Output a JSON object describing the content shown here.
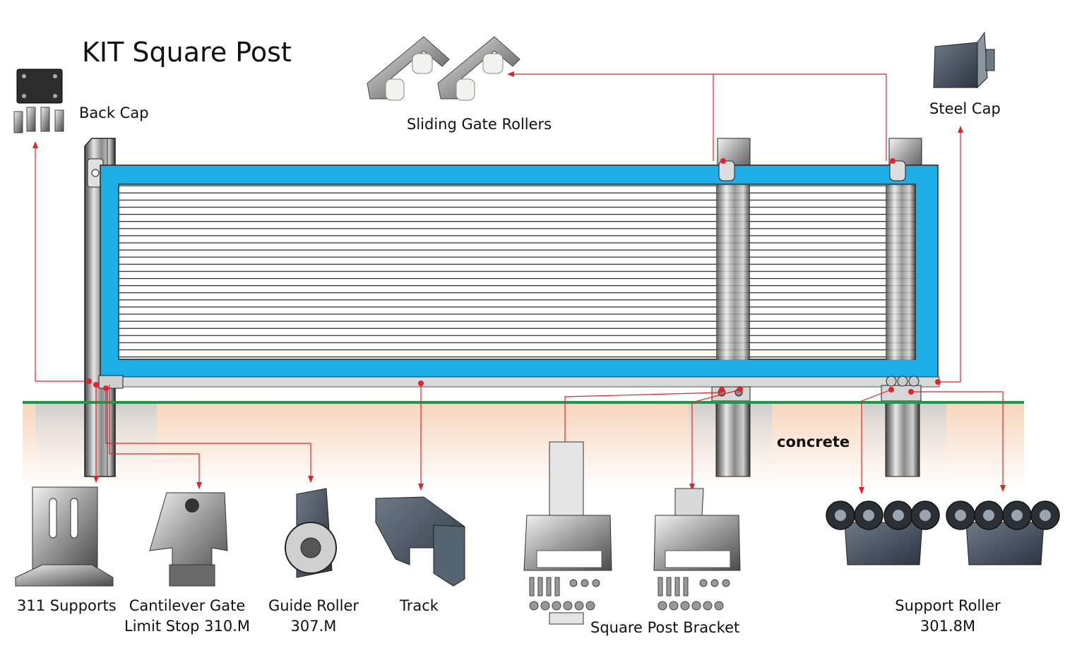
{
  "title": "KIT Square Post",
  "ground_label": "concrete",
  "colors": {
    "gate_frame": "#1eaee6",
    "ground_line": "#1a9a4a",
    "callout_line": "#e0242b",
    "concrete_fill": "#f9dcc6"
  },
  "components": {
    "back_cap": "Back Cap",
    "sliding_gate_rollers": "Sliding Gate Rollers",
    "steel_cap": "Steel Cap",
    "supports_311": "311 Supports",
    "limit_stop": {
      "line1": "Cantilever Gate",
      "line2": "Limit Stop 310.M"
    },
    "guide_roller": {
      "line1": "Guide Roller",
      "line2": "307.M"
    },
    "track": "Track",
    "square_post_bracket": "Square Post Bracket",
    "support_roller": {
      "line1": "Support Roller",
      "line2": "301.8M"
    }
  }
}
